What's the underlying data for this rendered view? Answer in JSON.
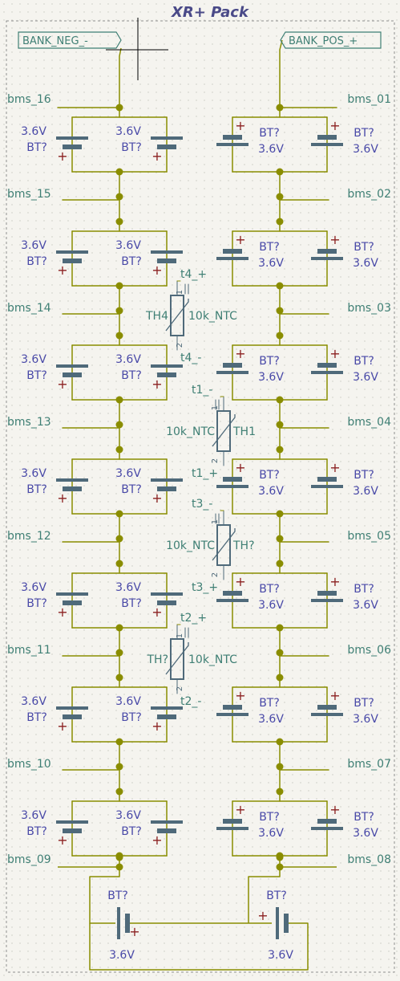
{
  "title": "XR+ Pack",
  "global_labels": {
    "neg": "BANK_NEG_-",
    "pos": "BANK_POS_+"
  },
  "battery": {
    "ref": "BT?",
    "value": "3.6V",
    "plus": "+"
  },
  "left_nets": [
    "bms_16",
    "bms_15",
    "bms_14",
    "bms_13",
    "bms_12",
    "bms_11",
    "bms_10",
    "bms_09"
  ],
  "right_nets": [
    "bms_01",
    "bms_02",
    "bms_03",
    "bms_04",
    "bms_05",
    "bms_06",
    "bms_07",
    "bms_08"
  ],
  "thermistors": [
    {
      "ref": "TH4",
      "value": "10k_NTC",
      "pin_plus": "t4_+",
      "pin_minus": "t4_-",
      "pin_no1": "1",
      "pin_no2": "2"
    },
    {
      "ref": "TH1",
      "value": "10k_NTC",
      "pin_plus": "t1_+",
      "pin_minus": "t1_-",
      "pin_no1": "1",
      "pin_no2": "2"
    },
    {
      "ref": "TH?",
      "value": "10k_NTC",
      "pin_plus": "t3_+",
      "pin_minus": "t3_-",
      "pin_no1": "1",
      "pin_no2": "2"
    },
    {
      "ref": "TH?",
      "value": "10k_NTC",
      "pin_plus": "t2_+",
      "pin_minus": "t2_-",
      "pin_no1": "1",
      "pin_no2": "2"
    }
  ],
  "colors": {
    "background": "#f5f4ef",
    "wire": "#8a8d00",
    "junction": "#8a8d00",
    "symbol": "#4f6a7a",
    "symbol_text": "#4a4aa8",
    "net_label": "#3f7f74",
    "plus_sign": "#8b2020",
    "border": "#8f8f8f",
    "title": "#4a4a88",
    "grid": "#c8c8c0",
    "cursor": "#000000"
  }
}
